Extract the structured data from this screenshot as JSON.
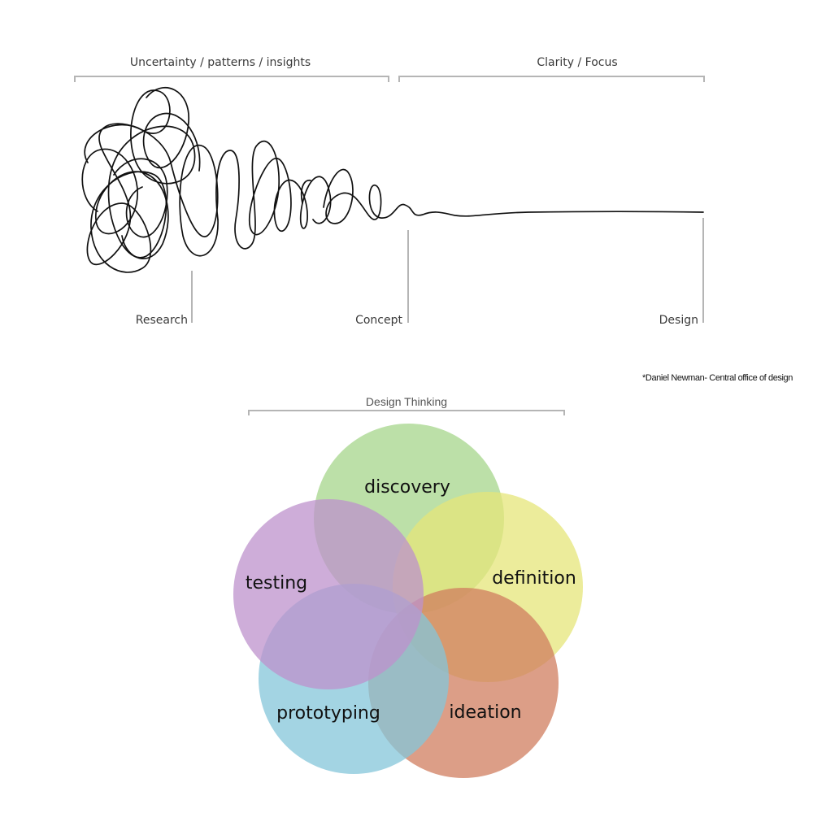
{
  "squiggle": {
    "brackets": {
      "left": "Uncertainty / patterns / insights",
      "right": "Clarity / Focus"
    },
    "markers": {
      "research": "Research",
      "concept": "Concept",
      "design": "Design"
    }
  },
  "credit": "*Daniel Newman- Central office of design",
  "venn": {
    "title": "Design Thinking",
    "circles": [
      {
        "label": "discovery",
        "color": "#a6d58b"
      },
      {
        "label": "definition",
        "color": "#e6e57a"
      },
      {
        "label": "ideation",
        "color": "#d07d5f"
      },
      {
        "label": "prototyping",
        "color": "#84c6d9"
      },
      {
        "label": "testing",
        "color": "#bd91cc"
      }
    ]
  }
}
